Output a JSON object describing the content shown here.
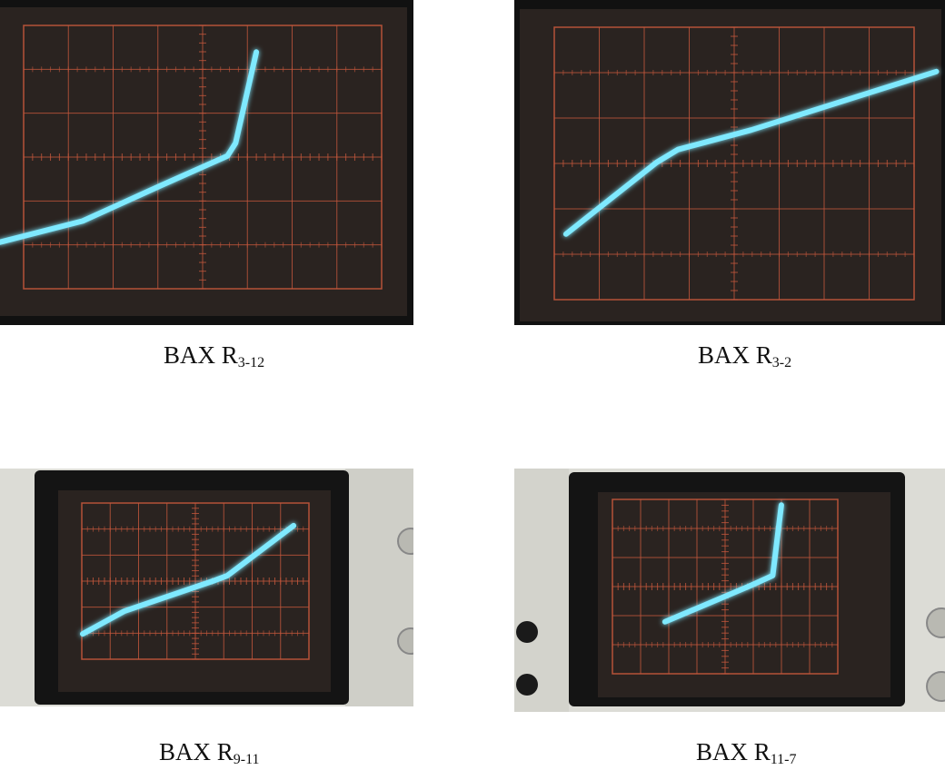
{
  "figures": [
    {
      "id": "r3-12",
      "caption_main": "BAX R",
      "caption_sub": "3-12",
      "trace": [
        [
          0.0,
          0.745
        ],
        [
          0.2,
          0.68
        ],
        [
          0.39,
          0.57
        ],
        [
          0.55,
          0.48
        ],
        [
          0.57,
          0.44
        ],
        [
          0.62,
          0.16
        ]
      ]
    },
    {
      "id": "r3-2",
      "caption_main": "BAX R",
      "caption_sub": "3-2",
      "trace": [
        [
          0.12,
          0.72
        ],
        [
          0.33,
          0.5
        ],
        [
          0.38,
          0.46
        ],
        [
          0.55,
          0.4
        ],
        [
          0.98,
          0.22
        ]
      ]
    },
    {
      "id": "r9-11",
      "caption_main": "BAX R",
      "caption_sub": "9-11",
      "trace": [
        [
          0.2,
          0.695
        ],
        [
          0.3,
          0.6
        ],
        [
          0.52,
          0.47
        ],
        [
          0.55,
          0.45
        ],
        [
          0.71,
          0.24
        ]
      ]
    },
    {
      "id": "r11-7",
      "caption_main": "BAX R",
      "caption_sub": "11-7",
      "trace": [
        [
          0.35,
          0.63
        ],
        [
          0.55,
          0.48
        ],
        [
          0.6,
          0.44
        ],
        [
          0.62,
          0.15
        ]
      ]
    }
  ],
  "colors": {
    "screen": "#2a2320",
    "grid": "#c4573c",
    "trace": "#7fe9ff",
    "bezel": "#141414",
    "panel": "#dcdcd6"
  }
}
